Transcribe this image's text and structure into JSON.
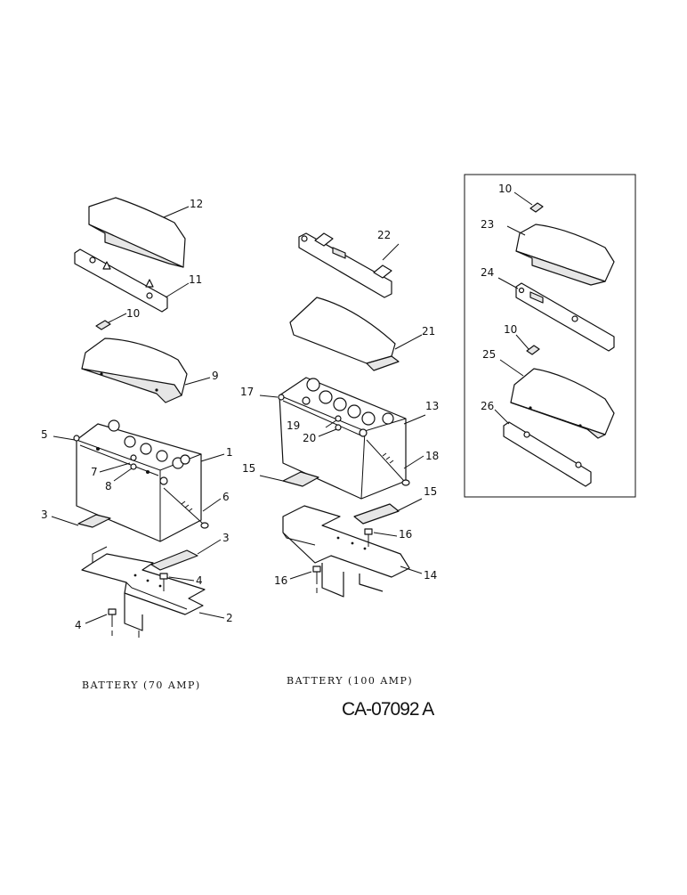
{
  "callouts": {
    "c12": "12",
    "c11": "11",
    "c10a": "10",
    "c9": "9",
    "c5": "5",
    "c1": "1",
    "c7": "7",
    "c8": "8",
    "c6": "6",
    "c3a": "3",
    "c3b": "3",
    "c4a": "4",
    "c4b": "4",
    "c2": "2",
    "c22": "22",
    "c21": "21",
    "c17": "17",
    "c13": "13",
    "c19": "19",
    "c20": "20",
    "c18": "18",
    "c15a": "15",
    "c15b": "15",
    "c16a": "16",
    "c16b": "16",
    "c14": "14",
    "c10b": "10",
    "c23": "23",
    "c24": "24",
    "c10c": "10",
    "c25": "25",
    "c26": "26"
  },
  "captions": {
    "left": "BATTERY (70 AMP)",
    "middle": "BATTERY (100 AMP)"
  },
  "drawing_code": "CA-07092 A"
}
